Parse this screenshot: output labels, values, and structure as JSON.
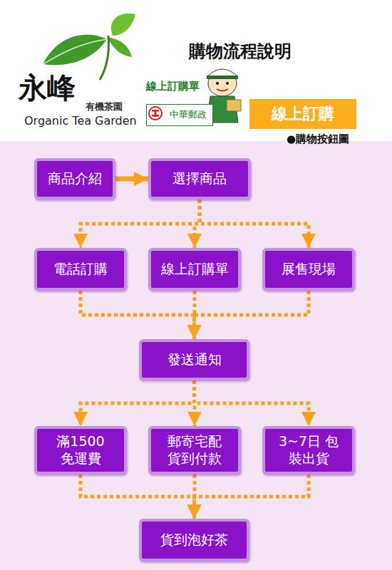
{
  "diagram": {
    "title": "購物流程說明",
    "nodes": [
      {
        "text": [
          "中華郵政"
        ]
      },
      {
        "text": [
          "線上訂購"
        ]
      },
      {
        "text": [
          "商品介紹"
        ]
      },
      {
        "text": [
          "選擇商品"
        ]
      },
      {
        "text": [
          "電話訂購"
        ]
      },
      {
        "text": [
          "線上訂購單"
        ]
      },
      {
        "text": [
          "展售現場"
        ]
      },
      {
        "text": [
          "發送通知"
        ]
      },
      {
        "text": [
          "滿1500 免運費"
        ]
      },
      {
        "text": [
          "郵寄宅配 貨到付款"
        ]
      },
      {
        "text": [
          "3~7日 包裝出貨"
        ]
      },
      {
        "text": [
          "貨到泡好茶"
        ]
      }
    ],
    "edges": [
      {
        "from": 2,
        "to": 3,
        "arrow": "to"
      },
      {
        "from": 3,
        "to": 4,
        "arrow": "to"
      },
      {
        "from": 3,
        "to": 5,
        "arrow": "to"
      },
      {
        "from": 3,
        "to": 6,
        "arrow": "to"
      },
      {
        "from": 4,
        "to": 7,
        "arrow": "to"
      },
      {
        "from": 5,
        "to": 7,
        "arrow": "to"
      },
      {
        "from": 6,
        "to": 7,
        "arrow": "to"
      },
      {
        "from": 7,
        "to": 8,
        "arrow": "to"
      },
      {
        "from": 7,
        "to": 9,
        "arrow": "to"
      },
      {
        "from": 7,
        "to": 10,
        "arrow": "to"
      },
      {
        "from": 8,
        "to": 11,
        "arrow": "to"
      },
      {
        "from": 9,
        "to": 11,
        "arrow": "to"
      },
      {
        "from": 10,
        "to": 11,
        "arrow": "to"
      }
    ],
    "labels": [
      "永峰",
      "有機茶園",
      "Organic Tea Garden",
      "線上訂購單",
      "●購物按鈕圖"
    ]
  }
}
